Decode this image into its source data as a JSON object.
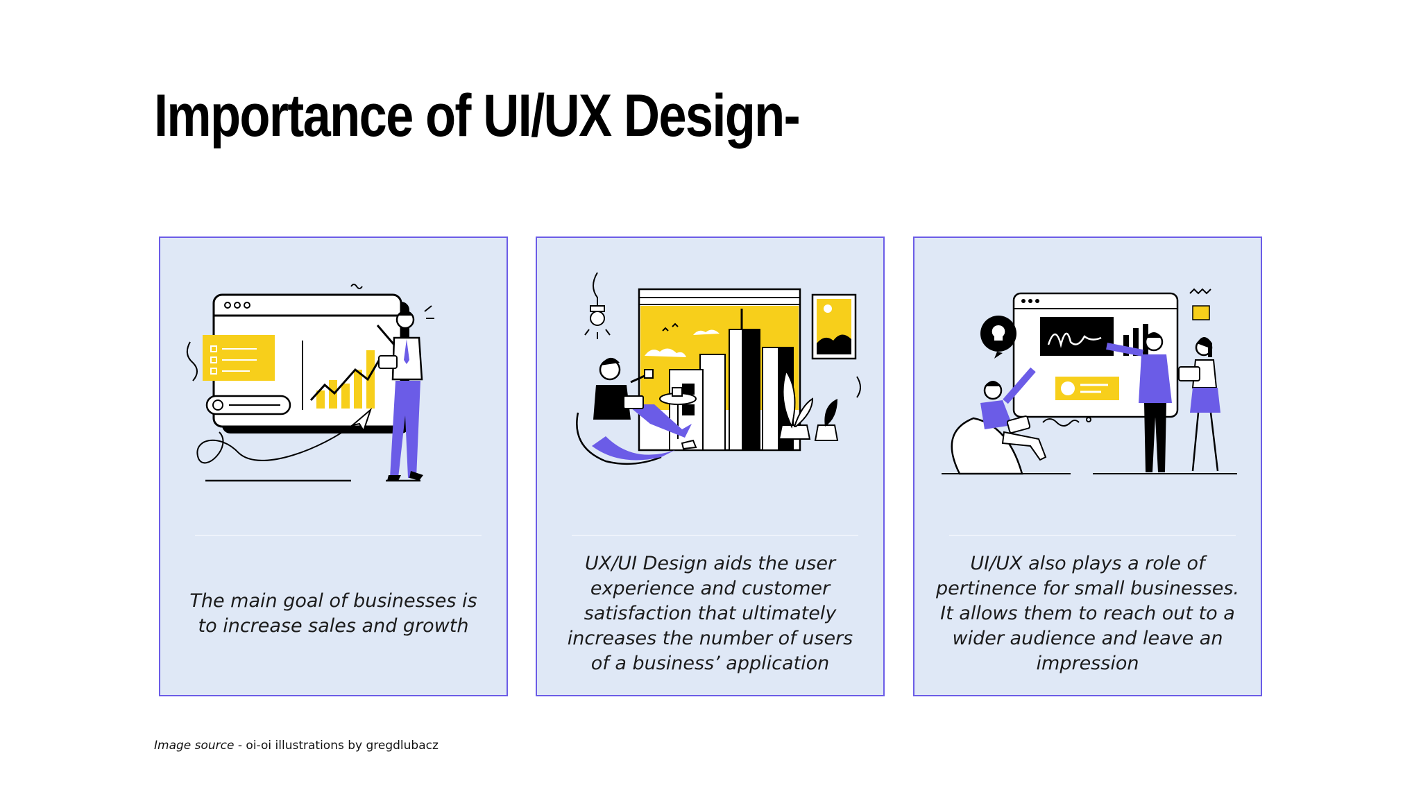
{
  "title": "Importance of UI/UX Design-",
  "cards": [
    {
      "text": "The main goal of businesses is to increase sales and growth",
      "illustration": "man-presenting-growth-chart"
    },
    {
      "text": "UX/UI Design aids the user experience and customer satisfaction that ultimately increases the number of users of a business’ application",
      "illustration": "man-relaxing-by-city-window"
    },
    {
      "text": "UI/UX also plays a role of pertinence for small businesses. It allows them to reach out to a wider audience and leave an impression",
      "illustration": "team-discussing-at-whiteboard"
    }
  ],
  "source": {
    "label": "Image source",
    "text": " - oi-oi illustrations by gregdlubacz"
  },
  "colors": {
    "card_bg": "#dfe8f6",
    "card_border": "#6b5ce7",
    "accent_yellow": "#f7cf1b",
    "accent_purple": "#6b5ce7"
  }
}
